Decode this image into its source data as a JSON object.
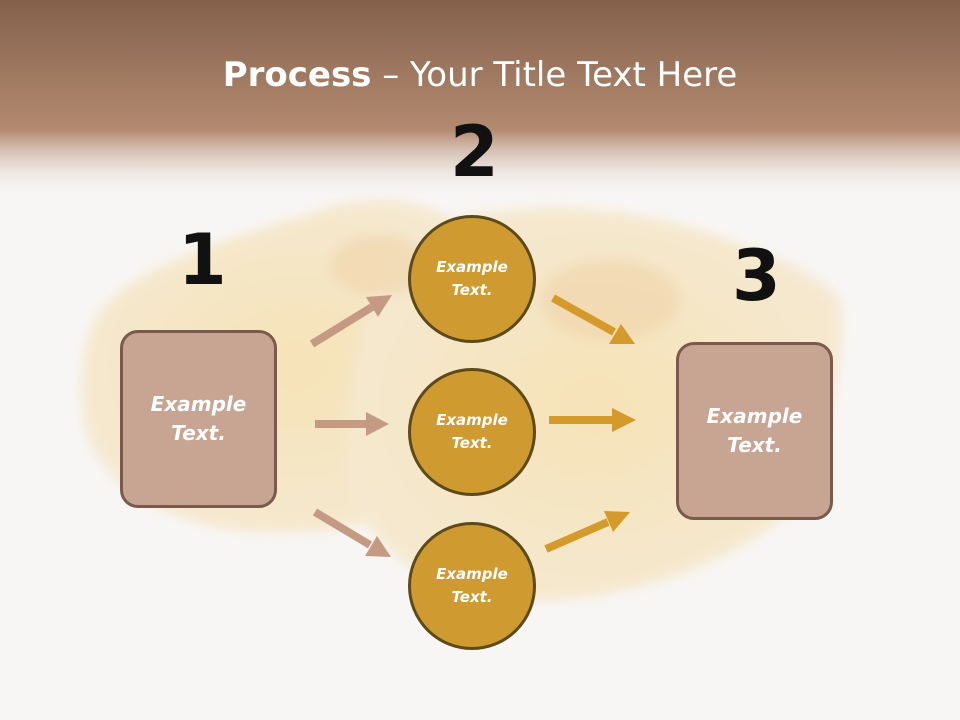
{
  "title": {
    "bold": "Process",
    "rest": " – Your Title Text Here"
  },
  "colors": {
    "band_top": "#84604b",
    "band_mid": "#b58a70",
    "box_fill": "#c8a593",
    "box_border": "#7a5a4c",
    "circle_fill": "#cf9b31",
    "circle_border": "#5c4a1a",
    "arrow_left": "#c49a82",
    "arrow_right": "#d49a2c"
  },
  "steps": {
    "n1": "1",
    "n2": "2",
    "n3": "3"
  },
  "left_box": "Example Text.",
  "right_box": "Example Text.",
  "circles": [
    "Example Text.",
    "Example Text.",
    "Example Text."
  ]
}
